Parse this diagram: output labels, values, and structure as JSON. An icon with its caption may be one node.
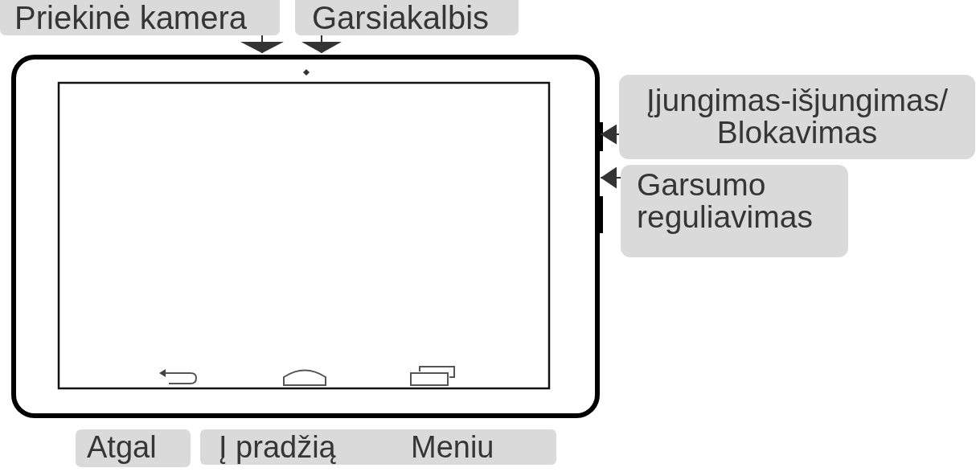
{
  "diagram": {
    "nodes": [
      {
        "text": [
          "Priekinė kamera"
        ]
      },
      {
        "text": [
          "Garsiakalbis"
        ]
      },
      {
        "text": [
          "Įjungimas-išjungimas/ Blokavimas"
        ]
      },
      {
        "text": [
          "Garsumo reguliavimas"
        ]
      },
      {
        "text": [
          "Atgal"
        ]
      },
      {
        "text": [
          "Į pradžią"
        ]
      },
      {
        "text": [
          "Meniu"
        ]
      }
    ],
    "edges": [
      {
        "from": 0,
        "to": null,
        "arrow": "to"
      },
      {
        "from": 1,
        "to": null,
        "arrow": "to"
      },
      {
        "from": 2,
        "to": null,
        "arrow": "to"
      },
      {
        "from": 3,
        "to": null,
        "arrow": "to"
      }
    ]
  }
}
